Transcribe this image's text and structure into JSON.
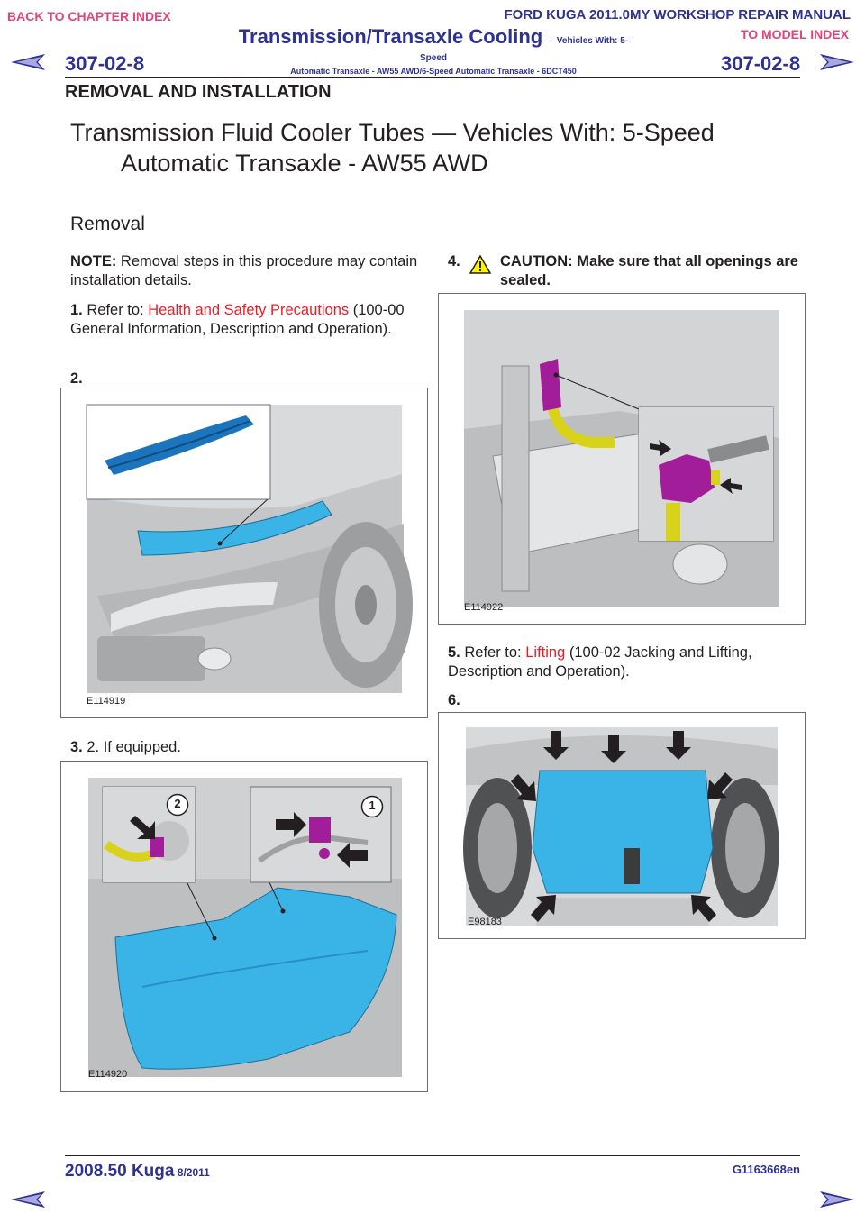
{
  "nav": {
    "back_to_chapter": "BACK TO CHAPTER INDEX",
    "to_model_index": "TO MODEL INDEX"
  },
  "header": {
    "manual_title": "FORD KUGA 2011.0MY WORKSHOP REPAIR MANUAL",
    "section_title": "Transmission/Transaxle Cooling",
    "section_subtitle": " — Vehicles With: 5-Speed",
    "section_line2": "Automatic Transaxle - AW55 AWD/6-Speed Automatic Transaxle - 6DCT450",
    "page_number": "307-02-8",
    "category": "REMOVAL AND INSTALLATION"
  },
  "main": {
    "title_line1": "Transmission Fluid Cooler Tubes — Vehicles With: 5-Speed",
    "title_line2": "Automatic Transaxle - AW55 AWD",
    "section_heading": "Removal",
    "note_label": "NOTE:",
    "note_text": " Removal steps in this procedure may contain installation details.",
    "steps": [
      {
        "num": "1.",
        "prefix": "Refer to: ",
        "link": "Health and Safety Precautions",
        "suffix": " (100-00 General Information, Description and Operation)."
      },
      {
        "num": "2.",
        "figure_code": "E114919"
      },
      {
        "num": "3.",
        "text": "2.  If equipped.",
        "figure_code": "E114920",
        "callouts": [
          "2",
          "1"
        ]
      },
      {
        "num": "4.",
        "caution": "CAUTION: Make sure that all openings are sealed.",
        "figure_code": "E114922"
      },
      {
        "num": "5.",
        "prefix": "Refer to: ",
        "link": "Lifting",
        "suffix": " (100-02 Jacking and Lifting, Description and Operation)."
      },
      {
        "num": "6.",
        "figure_code": "E98183"
      }
    ]
  },
  "footer": {
    "model": "2008.50 Kuga",
    "date": " 8/2011",
    "doc_code": "G1163668en"
  },
  "colors": {
    "header_blue": "#2e3192",
    "nav_pink": "#e0457b",
    "link_red": "#ed1c24",
    "part_blue": "#3ab4e6",
    "part_magenta": "#a11d9a",
    "part_yellow": "#d9d21a"
  }
}
